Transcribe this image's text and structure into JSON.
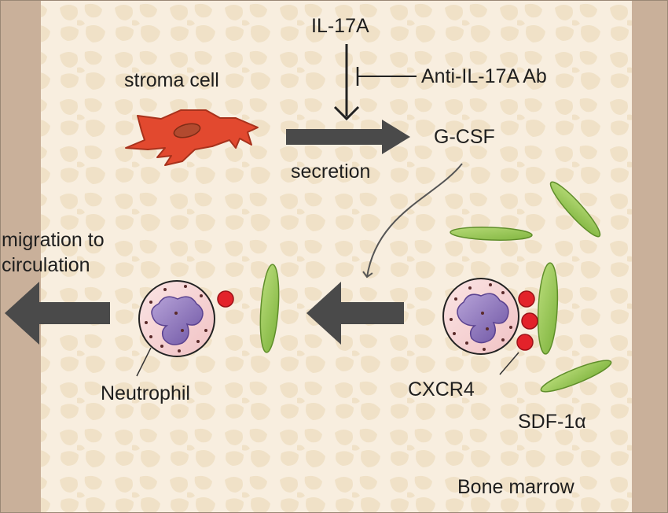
{
  "labels": {
    "il17a": "IL-17A",
    "anti_il17a": "Anti-IL-17A Ab",
    "stroma_cell": "stroma cell",
    "gcsf": "G-CSF",
    "secretion": "secretion",
    "migration_line1": "migration to",
    "migration_line2": "circulation",
    "neutrophil": "Neutrophil",
    "cxcr4": "CXCR4",
    "sdf1a": "SDF-1α",
    "bone_marrow": "Bone marrow"
  },
  "colors": {
    "bone_border": "#c9b09a",
    "marrow_bg": "#f6ecda",
    "marrow_cavity": "#eddcbd",
    "stroma": "#e2492f",
    "stroma_nucleus": "#b24a2f",
    "arrow_gray": "#4a4a4a",
    "sdf_green": "#8cc34a",
    "cell_pink": "#f5cfcf",
    "nucleus_purple": "#8a6cb6",
    "receptor_red": "#e3222a"
  }
}
